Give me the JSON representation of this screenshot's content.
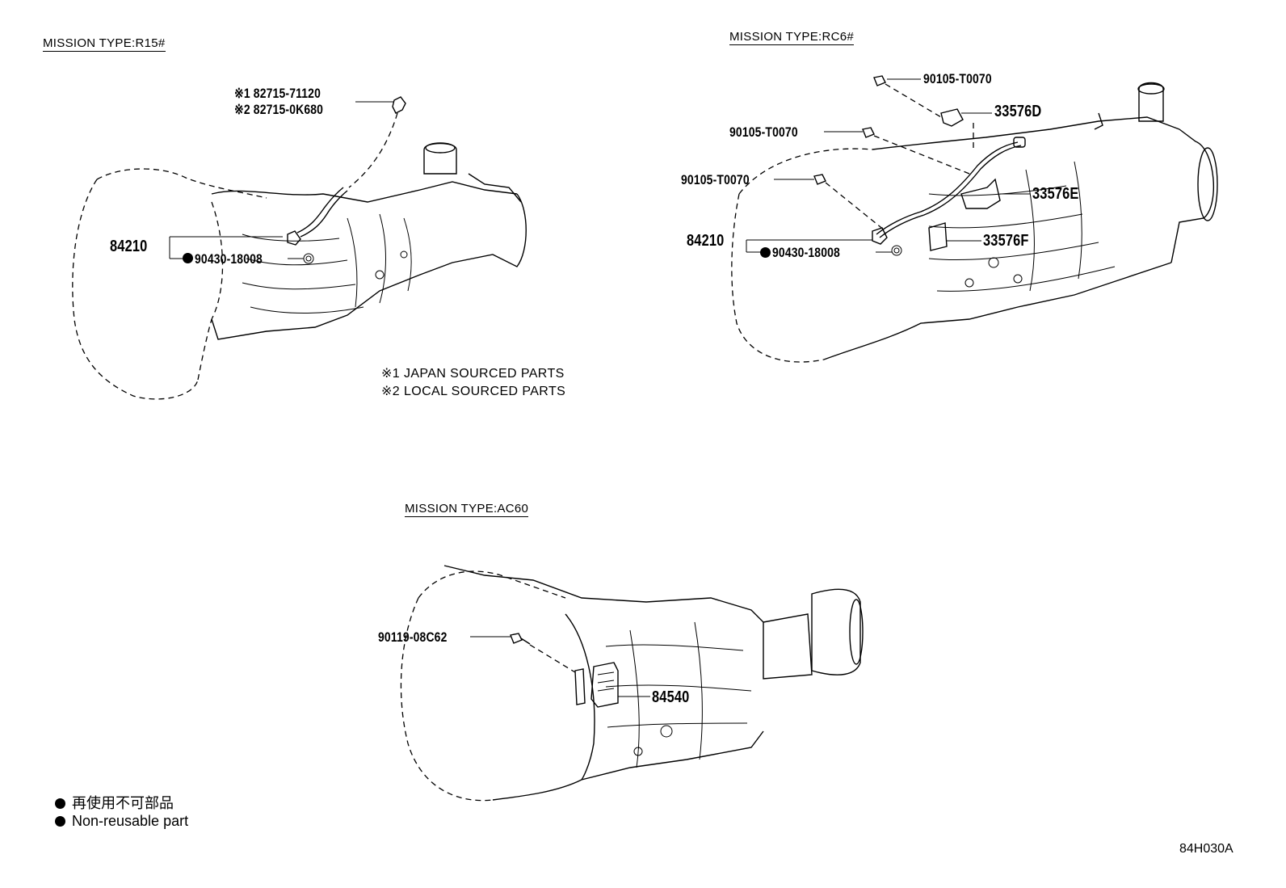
{
  "sections": {
    "r15": {
      "title": "MISSION TYPE:R15#",
      "parts": {
        "p1": "※1 82715-71120",
        "p2": "※2 82715-0K680",
        "sensor": "84210",
        "gasket": "90430-18008"
      },
      "notes": [
        "※1 JAPAN SOURCED PARTS",
        "※2 LOCAL SOURCED PARTS"
      ]
    },
    "rc6": {
      "title": "MISSION TYPE:RC6#",
      "parts": {
        "bolt_top": "90105-T0070",
        "bracket_d": "33576D",
        "bolt_mid": "90105-T0070",
        "bolt_low": "90105-T0070",
        "bracket_e": "33576E",
        "sensor": "84210",
        "bracket_f": "33576F",
        "gasket": "90430-18008"
      }
    },
    "ac60": {
      "title": "MISSION TYPE:AC60",
      "parts": {
        "bolt": "90119-08C62",
        "sensor": "84540"
      }
    }
  },
  "legend": {
    "jp": "再使用不可部品",
    "en": "Non-reusable part"
  },
  "diagram_code": "84H030A"
}
